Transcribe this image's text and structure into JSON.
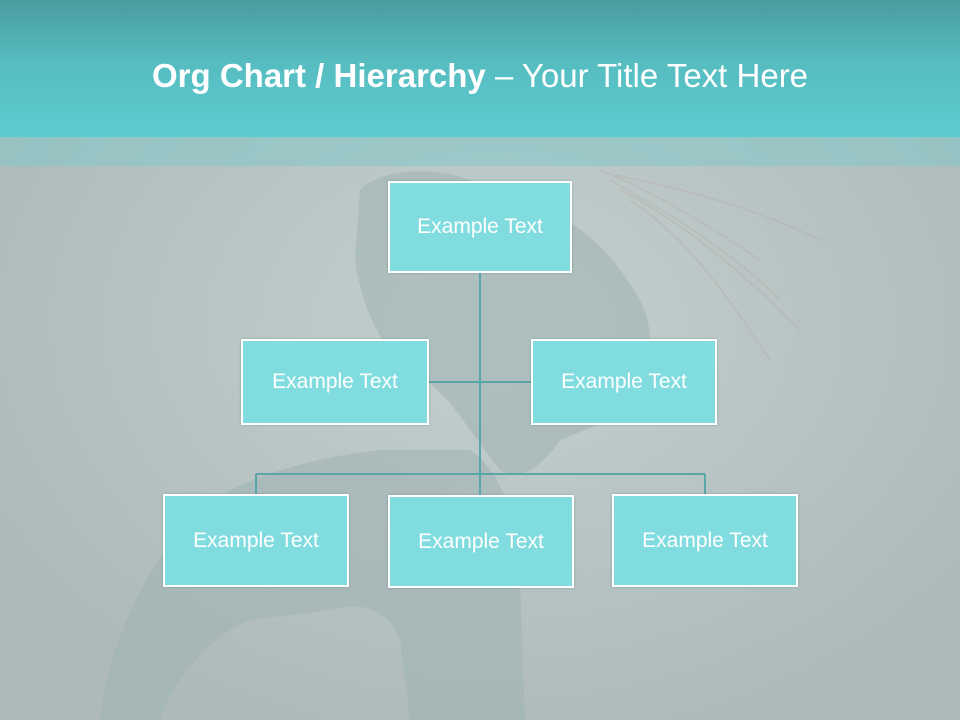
{
  "slide": {
    "title_bold": "Org Chart / Hierarchy",
    "title_rest": " – Your Title Text Here"
  },
  "colors": {
    "header": "#5ccdd0",
    "node_fill": "#80dcde",
    "node_border": "#ffffff",
    "connector": "#5aa6a8"
  },
  "org_chart": {
    "root": {
      "label": "Example Text"
    },
    "assistants": [
      {
        "label": "Example Text"
      },
      {
        "label": "Example Text"
      }
    ],
    "children": [
      {
        "label": "Example Text"
      },
      {
        "label": "Example Text"
      },
      {
        "label": "Example Text"
      }
    ]
  }
}
